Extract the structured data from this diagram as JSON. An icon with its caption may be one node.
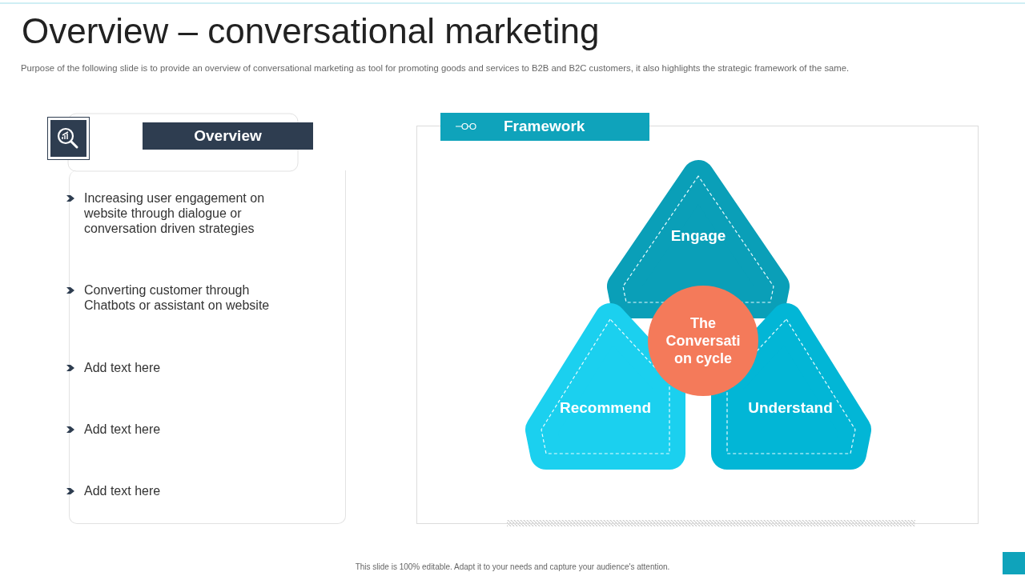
{
  "diagram": {
    "title": "Overview – conversational marketing",
    "nodes": [
      {
        "text": [
          "Overview"
        ]
      },
      {
        "text": [
          "Increasing user engagement on website through  dialogue or conversation driven strategies",
          "Converting customer through Chatbots or assistant on website",
          "Add text here",
          "Add text here",
          "Add text here"
        ]
      },
      {
        "text": [
          "Framework"
        ]
      },
      {
        "text": [
          "Engage"
        ],
        "in": 2
      },
      {
        "text": [
          "Recommend"
        ],
        "in": 2
      },
      {
        "text": [
          "Understand"
        ],
        "in": 2
      },
      {
        "text": [
          "The Conversati on cycle"
        ],
        "in": 2
      }
    ],
    "labels": [
      "Purpose of the following slide is to provide an overview  of conversational marketing as tool for promoting goods and services to B2B and B2C customers, it also highlights the strategic framework of the same.",
      "This slide is 100% editable.  Adapt it to your needs and capture your audience's attention."
    ]
  }
}
